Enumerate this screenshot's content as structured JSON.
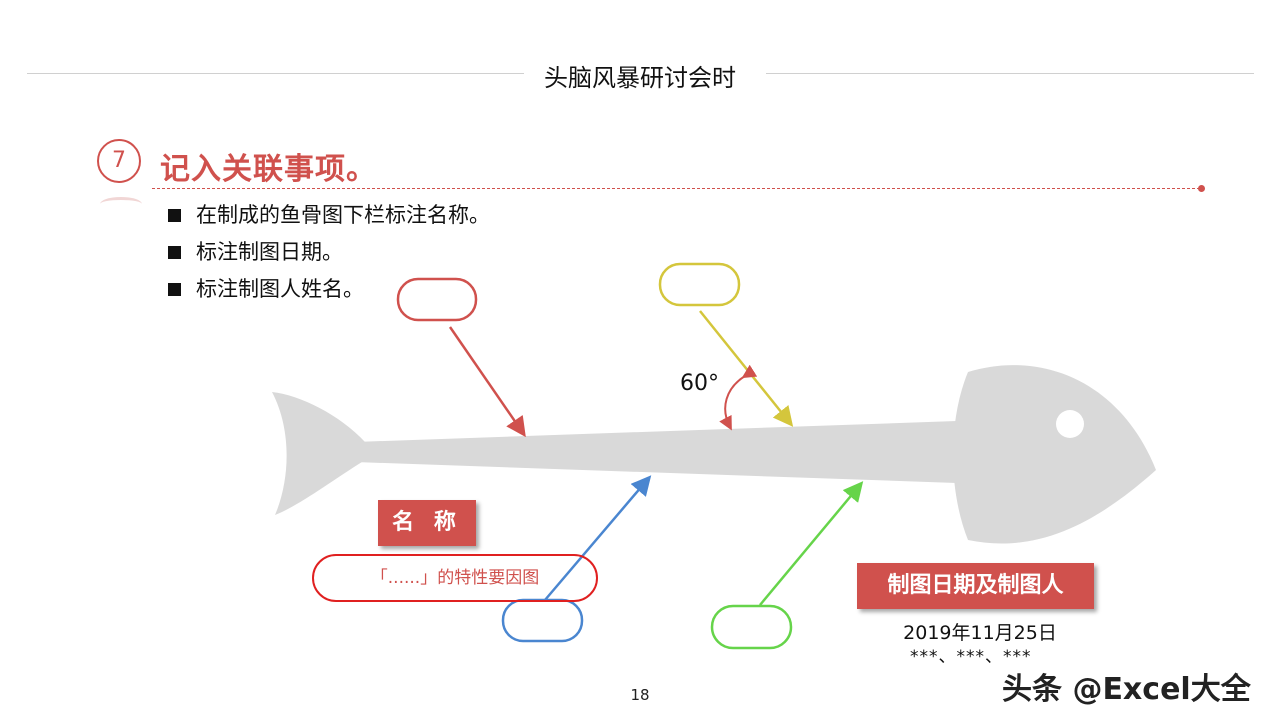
{
  "header": {
    "title": "头脑风暴研讨会时"
  },
  "step": {
    "number": "7",
    "title": "记入关联事项。"
  },
  "bullets": [
    "在制成的鱼骨图下栏标注名称。",
    "标注制图日期。",
    "标注制图人姓名。"
  ],
  "diagram": {
    "angle_label": "60°",
    "name_label": "名 称",
    "name_text": "「......」的特性要因图",
    "author_label": "制图日期及制图人",
    "date_text": "2019年11月25日",
    "names_text": "***、***、***",
    "colors": {
      "accent": "#d0514d",
      "fish": "#d9d9d9",
      "red_bone": "#d0514d",
      "yellow_bone": "#d4c63c",
      "blue_bone": "#4a86d0",
      "green_bone": "#66d44a",
      "pill": "#e02020"
    }
  },
  "footer": {
    "page_number": "18",
    "watermark": "头条 @Excel大全"
  }
}
